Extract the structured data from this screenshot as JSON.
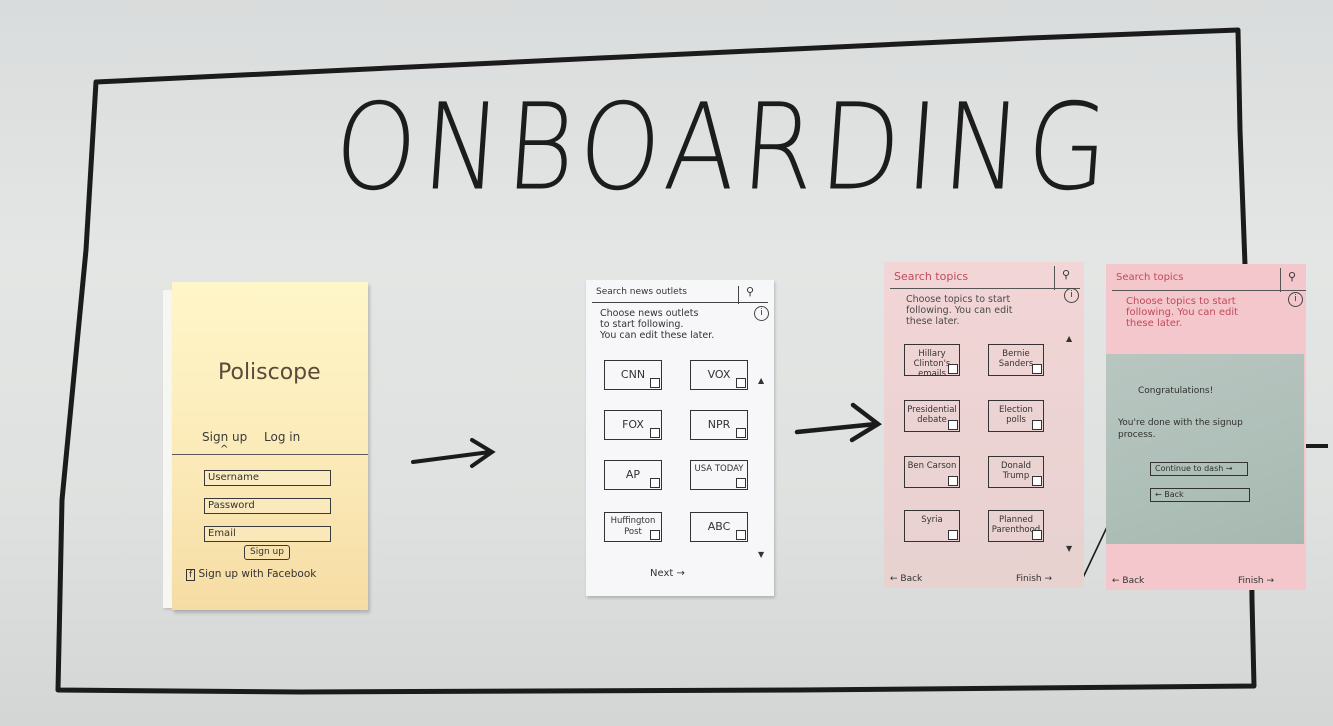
{
  "title": "ONBOARDING",
  "sketch1": {
    "app_name": "Poliscope",
    "tabs": [
      "Sign up",
      "Log in"
    ],
    "fields": [
      "Username",
      "Password",
      "Email"
    ],
    "button": "Sign up",
    "facebook": "Sign up with Facebook"
  },
  "sketch2": {
    "search": "Search news outlets",
    "instructions": [
      "Choose news outlets",
      "to start following.",
      "You can edit these later."
    ],
    "outlets": [
      "CNN",
      "VOX",
      "FOX",
      "NPR",
      "AP",
      "USA TODAY",
      "Huffington Post",
      "ABC"
    ],
    "next": "Next →"
  },
  "sketch3": {
    "search": "Search topics",
    "instructions": [
      "Choose topics to start",
      "following. You can edit",
      "these later."
    ],
    "topics": [
      "Hillary Clinton's emails",
      "Bernie Sanders",
      "Presidential debate",
      "Election polls",
      "Ben Carson",
      "Donald Trump",
      "Syria",
      "Planned Parenthood"
    ],
    "back": "← Back",
    "finish": "Finish →"
  },
  "sketch4": {
    "search": "Search topics",
    "instructions": [
      "Choose topics to start",
      "following. You can edit",
      "these later."
    ],
    "modal_title": "Congratulations!",
    "modal_body": [
      "You're done with the signup",
      "process."
    ],
    "continue": "Continue to dash →",
    "back_btn": "← Back",
    "back": "← Back",
    "finish": "Finish →"
  }
}
